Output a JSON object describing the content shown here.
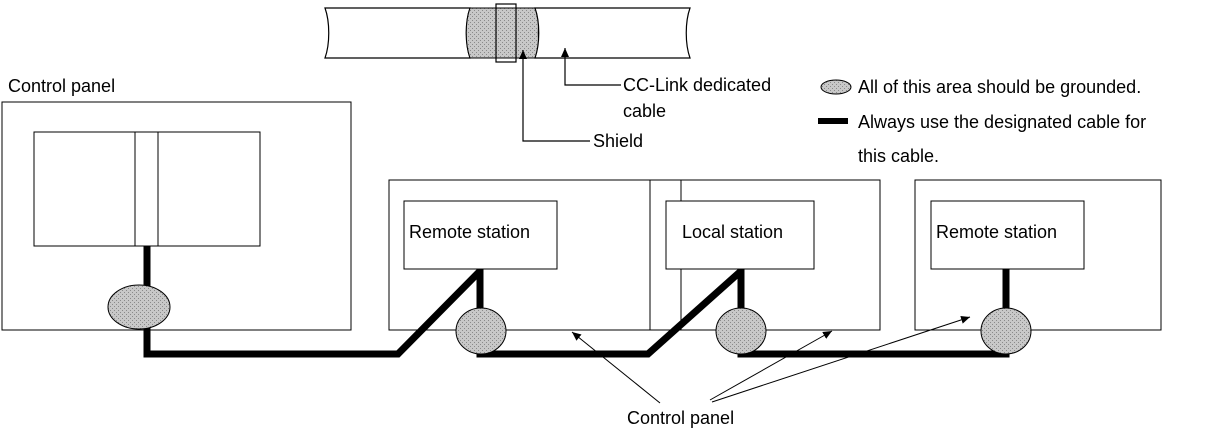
{
  "labels": {
    "control_panel_left": "Control panel",
    "cable_name_line1": "CC-Link dedicated",
    "cable_name_line2": "cable",
    "shield": "Shield",
    "legend_ground": "All of this area should be grounded.",
    "legend_cable_line1": "Always use the designated cable for",
    "legend_cable_line2": "this cable.",
    "station_1": "Remote station",
    "station_2": "Local station",
    "station_3": "Remote station",
    "control_panel_bottom": "Control panel"
  },
  "colors": {
    "ground_fill": "#d4d4d4",
    "cable": "#000000",
    "outline": "#000000"
  }
}
